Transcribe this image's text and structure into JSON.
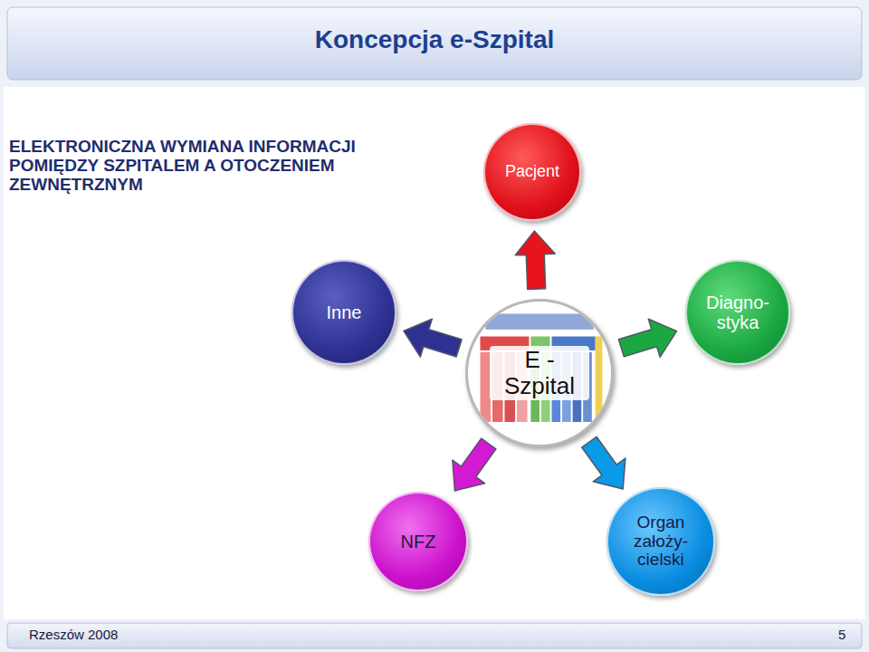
{
  "diagram": {
    "title": "Koncepcja e-Szpital",
    "nodes": [
      {
        "text": [
          "Pacjent"
        ]
      },
      {
        "text": [
          "Inne"
        ]
      },
      {
        "text": [
          "E - Szpital"
        ]
      },
      {
        "text": [
          "Diagno- styka"
        ]
      },
      {
        "text": [
          "NFZ"
        ]
      },
      {
        "text": [
          "Organ założy- cielski"
        ]
      }
    ],
    "edges": [
      {
        "from": 2,
        "to": 0,
        "arrow": "to"
      },
      {
        "from": 2,
        "to": 1,
        "arrow": "to"
      },
      {
        "from": 2,
        "to": 3,
        "arrow": "to"
      },
      {
        "from": 2,
        "to": 4,
        "arrow": "to"
      },
      {
        "from": 2,
        "to": 5,
        "arrow": "to"
      }
    ],
    "labels": [
      "ELEKTRONICZNA WYMIANA INFORMACJI POMIĘDZY SZPITALEM A OTOCZENIEM ZEWNĘTRZNYM",
      "Rzeszów 2008",
      "5"
    ]
  }
}
